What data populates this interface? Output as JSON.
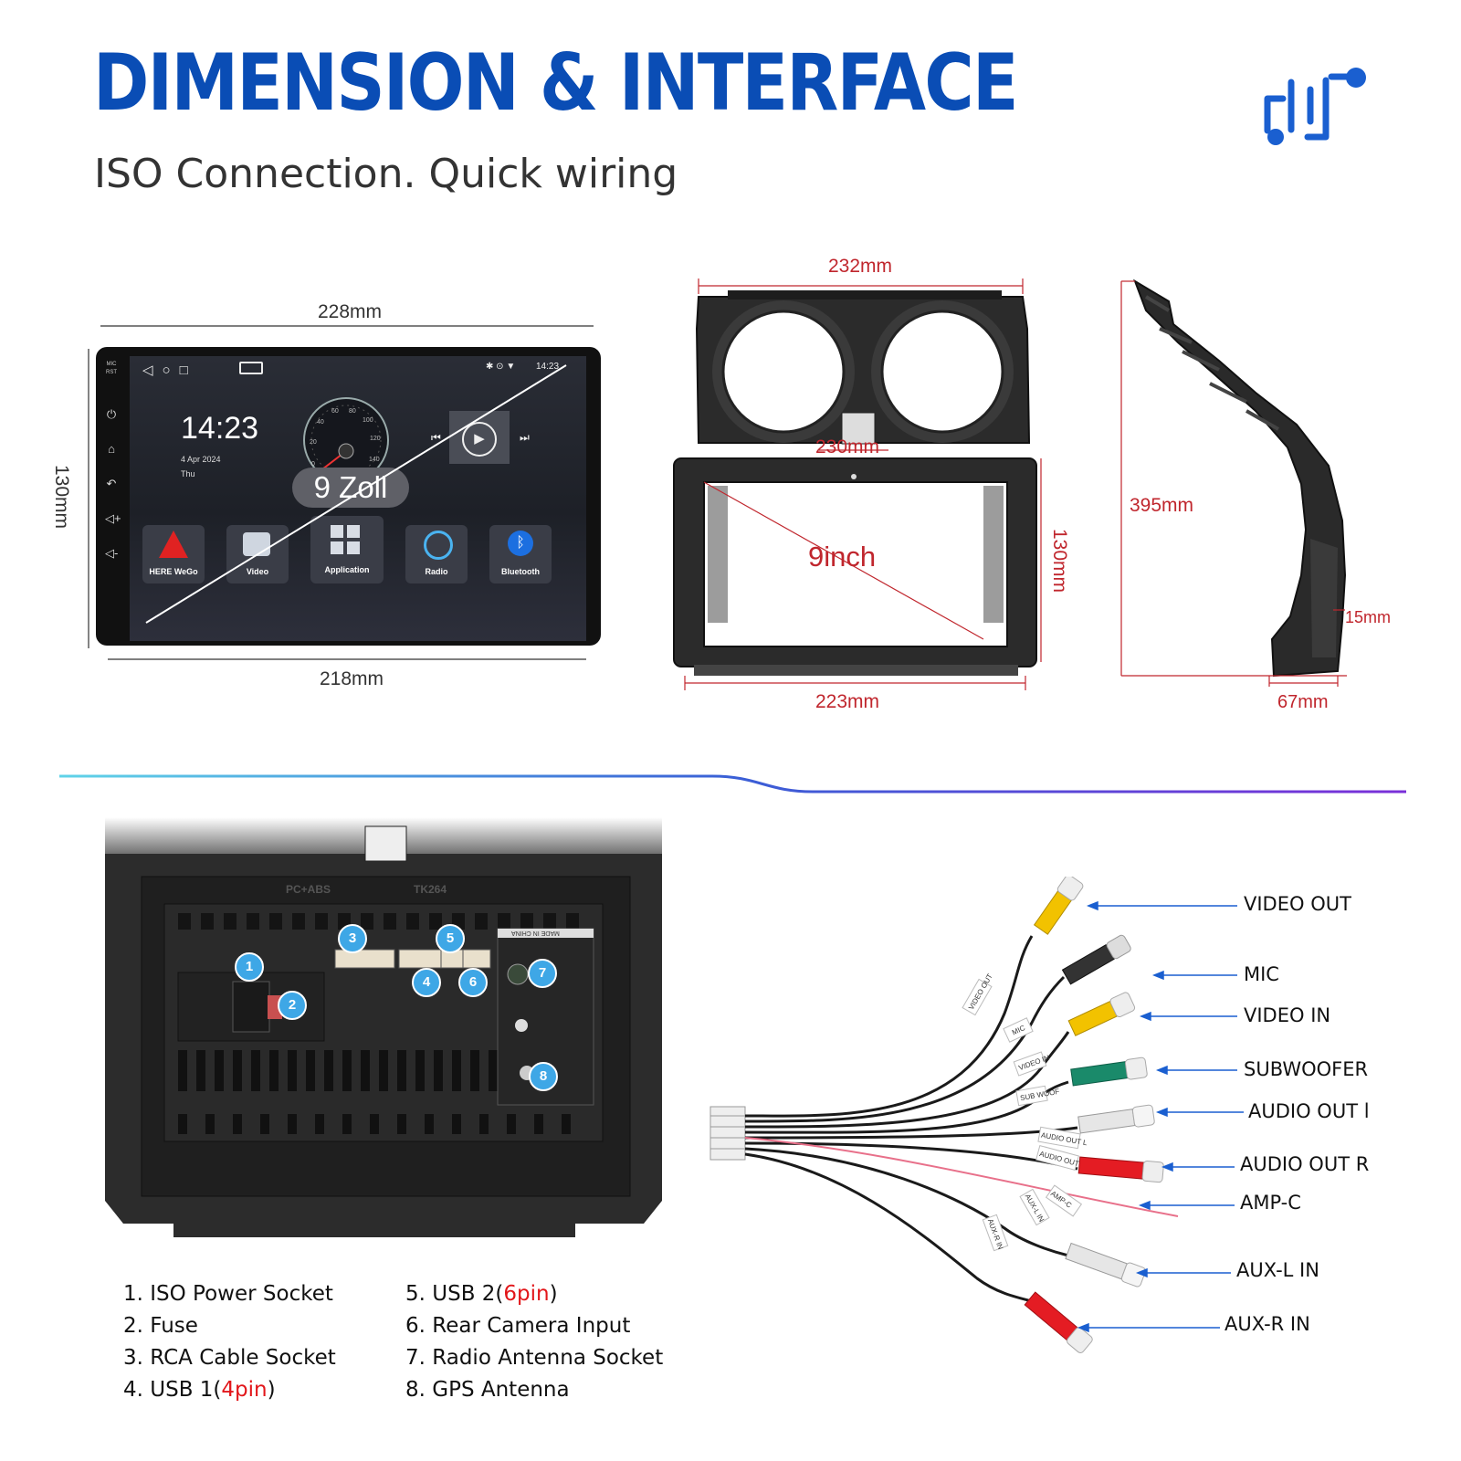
{
  "header": {
    "title": "DIMENSION & INTERFACE",
    "subtitle": "ISO Connection. Quick wiring"
  },
  "colors": {
    "brand_blue": "#0a4db5",
    "dim_red": "#c0262d",
    "highlight_red": "#e2161a",
    "badge_blue": "#3ea7e6"
  },
  "icons": {
    "header": "audio-connection-icon"
  },
  "screen_unit": {
    "width_top": "228mm",
    "width_bottom": "218mm",
    "height": "130mm",
    "badge": "9 Zoll",
    "status_time": "14:23",
    "clock_time": "14:23",
    "clock_date": "4 Apr 2024",
    "clock_day": "Thu",
    "side_labels": [
      "MIC",
      "RST"
    ],
    "apps": [
      "HERE WeGo",
      "Video",
      "Application",
      "Radio",
      "Bluetooth"
    ],
    "gauge_ticks": [
      "0",
      "20",
      "40",
      "60",
      "80",
      "100",
      "120",
      "140"
    ]
  },
  "frame": {
    "width_top": "232mm",
    "width_inner": "230mm",
    "width_bottom": "223mm",
    "height": "130mm",
    "screen_size": "9inch"
  },
  "side_profile": {
    "height": "395mm",
    "depth_small": "15mm",
    "depth_base": "67mm"
  },
  "back_panel": {
    "badges": [
      "1",
      "2",
      "3",
      "4",
      "5",
      "6",
      "7",
      "8"
    ],
    "embossed": [
      "PC+ABS",
      "TK264"
    ],
    "sticker": "MADE IN CHINA"
  },
  "legend": {
    "left": [
      {
        "text": "1. ISO Power Socket",
        "hl": "",
        "end": ""
      },
      {
        "text": "2. Fuse",
        "hl": "",
        "end": ""
      },
      {
        "text": "3. RCA Cable Socket",
        "hl": "",
        "end": ""
      },
      {
        "text": "4. USB 1(",
        "hl": "4pin",
        "end": ")"
      }
    ],
    "right": [
      {
        "text": "5. USB 2(",
        "hl": "6pin",
        "end": ")"
      },
      {
        "text": "6. Rear Camera Input",
        "hl": "",
        "end": ""
      },
      {
        "text": "7. Radio Antenna Socket",
        "hl": "",
        "end": ""
      },
      {
        "text": "8. GPS Antenna",
        "hl": "",
        "end": ""
      }
    ]
  },
  "cable": {
    "labels": [
      "VIDEO OUT",
      "MIC",
      "VIDEO IN",
      "SUBWOOFER",
      "AUDIO OUT l",
      "AUDIO OUT R",
      "AMP-C",
      "AUX-L IN",
      "AUX-R IN"
    ],
    "tags": [
      "VIDEO OUT",
      "MIC",
      "VIDEO IN",
      "SUB WOOF",
      "AUDIO OUT L",
      "AUDIO OUT R",
      "AMP-C",
      "AUX-L IN",
      "AUX-R IN"
    ]
  }
}
